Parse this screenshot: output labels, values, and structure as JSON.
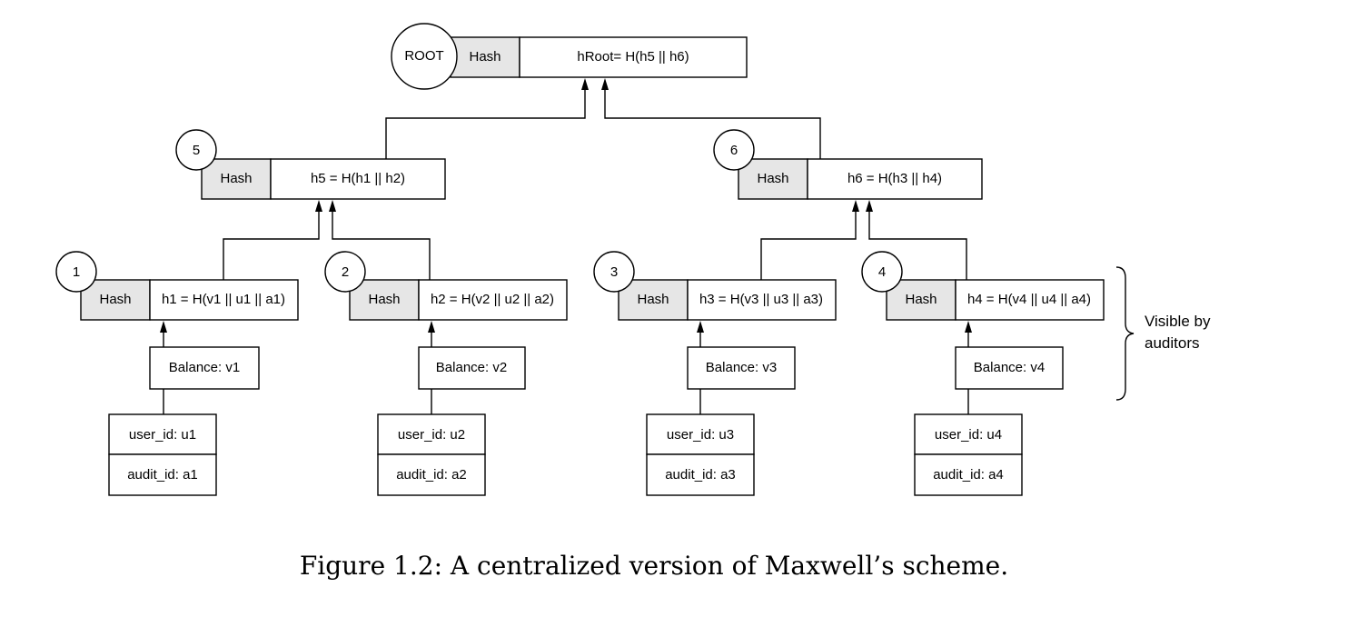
{
  "root": {
    "label": "ROOT",
    "hash_label": "Hash",
    "value": "hRoot= H(h5 || h6)"
  },
  "nodes": {
    "n5": {
      "id": "5",
      "hash_label": "Hash",
      "value": "h5 = H(h1 || h2)"
    },
    "n6": {
      "id": "6",
      "hash_label": "Hash",
      "value": "h6 = H(h3 || h4)"
    },
    "n1": {
      "id": "1",
      "hash_label": "Hash",
      "value": "h1 = H(v1 || u1 || a1)"
    },
    "n2": {
      "id": "2",
      "hash_label": "Hash",
      "value": "h2 = H(v2 || u2 || a2)"
    },
    "n3": {
      "id": "3",
      "hash_label": "Hash",
      "value": "h3 = H(v3 || u3 || a3)"
    },
    "n4": {
      "id": "4",
      "hash_label": "Hash",
      "value": "h4 = H(v4 || u4 || a4)"
    }
  },
  "leaves": [
    {
      "balance": "Balance: v1",
      "user_id": "user_id: u1",
      "audit_id": "audit_id: a1"
    },
    {
      "balance": "Balance: v2",
      "user_id": "user_id: u2",
      "audit_id": "audit_id: a2"
    },
    {
      "balance": "Balance: v3",
      "user_id": "user_id: u3",
      "audit_id": "audit_id: a3"
    },
    {
      "balance": "Balance: v4",
      "user_id": "user_id: u4",
      "audit_id": "audit_id: a4"
    }
  ],
  "annotation": {
    "line1": "Visible by",
    "line2": "auditors"
  },
  "caption": "Figure 1.2: A centralized version of Maxwell’s scheme."
}
